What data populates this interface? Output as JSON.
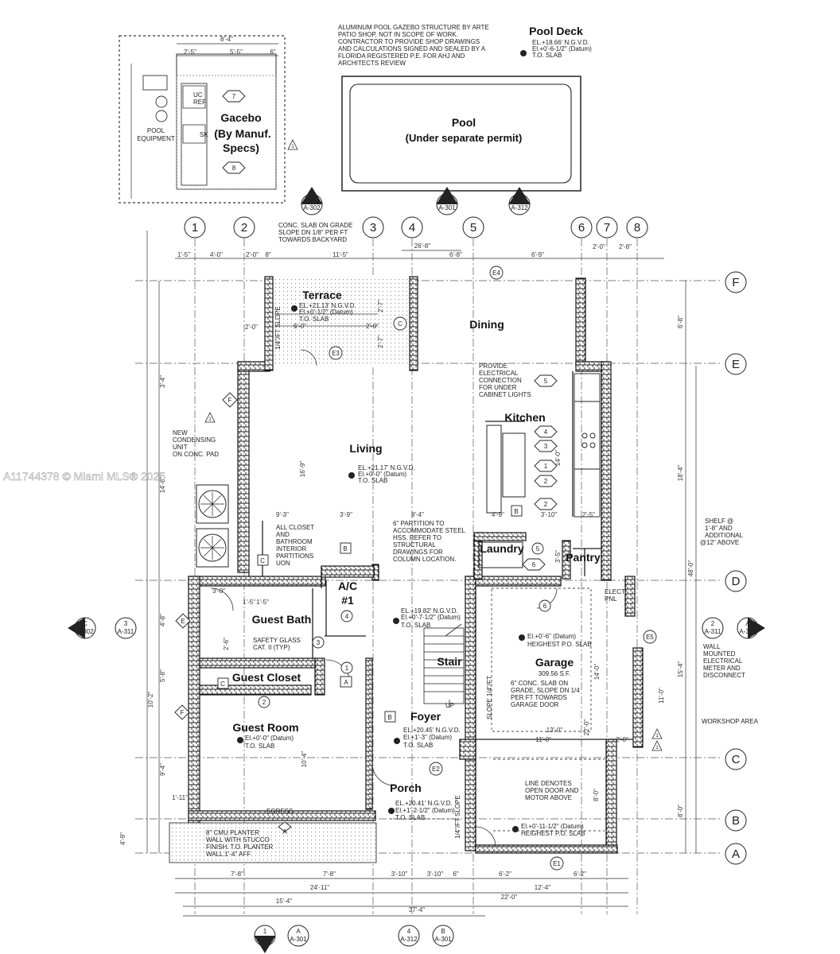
{
  "watermark": "A11744378 © Miami MLS® 2025",
  "rooms": {
    "pool_deck": "Pool Deck",
    "pool": "Pool",
    "pool_sub": "(Under separate permit)",
    "gazebo_1": "Gacebo",
    "gazebo_2": "(By Manuf.",
    "gazebo_3": "Specs)",
    "pool_equipment_1": "POOL",
    "pool_equipment_2": "EQUIPMENT",
    "terrace": "Terrace",
    "dining": "Dining",
    "kitchen": "Kitchen",
    "living": "Living",
    "laundry": "Laundry",
    "pantry": "Pantry",
    "ac_1": "A/C",
    "ac_2": "#1",
    "guest_bath": "Guest Bath",
    "guest_closet": "Guest Closet",
    "stair": "Stair",
    "garage": "Garage",
    "garage_area": "309.56 S.F.",
    "guest_room": "Guest Room",
    "foyer": "Foyer",
    "porch": "Porch"
  },
  "notes": {
    "gazebo_note": [
      "ALUMINUM POOL GAZEBO STRUCTURE BY ARTE",
      "PATIO SHOP, NOT IN SCOPE OF WORK.",
      "CONTRACTOR TO PROVIDE SHOP DRAWINGS",
      "AND CALCULATIONS SIGNED AND SEALED BY A",
      "FLORIDA REGISTERED P.E. FOR AHJ AND",
      "ARCHITECTS REVIEW"
    ],
    "slab_note": [
      "CONC. SLAB ON GRADE",
      "SLOPE DN 1/8\" PER FT",
      "TOWARDS BACKYARD"
    ],
    "electrical_note": [
      "PROVIDE",
      "ELECTRICAL",
      "CONNECTION",
      "FOR UNDER",
      "CABINET LIGHTS"
    ],
    "condensing_note": [
      "NEW",
      "CONDENSING",
      "UNIT",
      "ON CONC. PAD"
    ],
    "closet_note": [
      "ALL CLOSET",
      "AND",
      "BATHROOM",
      "INTERIOR",
      "PARTITIONS",
      "UON"
    ],
    "partition_note": [
      "6\" PARTITION TO",
      "ACCOMMODATE STEEL",
      "HSS. REFER TO",
      "STRUCTURAL",
      "DRAWINGS FOR",
      "COLUMN LOCATION."
    ],
    "glass_note": [
      "SAFETY GLASS",
      "CAT. II (TYP)"
    ],
    "garage_slab_note": [
      "6\" CONC. SLAB ON",
      "GRADE, SLOPE DN 1/4",
      "PER FT TOWARDS",
      "GARAGE DOOR"
    ],
    "garage_door_note": [
      "LINE DENOTES",
      "OPEN DOOR AND",
      "MOTOR ABOVE"
    ],
    "planter_note": [
      "8\" CMU PLANTER",
      "WALL WITH STUCCO",
      "FINISH. T.O. PLANTER",
      "WALL 1'-4\" AFF"
    ],
    "wall_meter_note": [
      "WALL",
      "MOUNTED",
      "ELECTRICAL",
      "METER AND",
      "DISCONNECT"
    ],
    "shelf_note": [
      "SHELF @",
      "1'-8\" AND",
      "ADDITIONAL",
      "@12\" ABOVE"
    ],
    "egress": "EGRESS",
    "workshop": "WORKSHOP AREA",
    "elect_pnl_1": "ELECT.",
    "elect_pnl_2": "PNL",
    "slope_terrace": "1/4\"/FT SLOPE",
    "slope_garage": "SLOPE 1/4\"/FT",
    "slope_porch": "1/4\"/FT SLOPE",
    "up": "UP"
  },
  "elevations": {
    "pool_deck": [
      "EL.+18.66' N.G.V.D.",
      "El.+0'-6-1/2\" (Datum)",
      "T.O. SLAB"
    ],
    "terrace": [
      "EL.+21.13' N.G.V.D.",
      "El.+0'-1/2\" (Datum)",
      "T.O. SLAB"
    ],
    "living": [
      "EL.+21.17' N.G.V.D.",
      "El.+0'-0\" (Datum)",
      "T.O. SLAB"
    ],
    "stair": [
      "EL.+19.82' N.G.V.D.",
      "El.+0'-7-1/2\" (Datum)",
      "T.O. SLAB"
    ],
    "garage": [
      "El.+0'-6\" (Datum)",
      "HEIGHEST P.O. SLAB"
    ],
    "guest_room": [
      "El.+0'-0\" (Datum)",
      "T.O. SLAB"
    ],
    "foyer": [
      "EL.+20.45' N.G.V.D.",
      "El.+1'-3\" (Datum)",
      "T.O. SLAB"
    ],
    "porch": [
      "EL.+20.41' N.G.V.D.",
      "El.+1'-2-1/2\" (Datum)",
      "T.O. SLAB"
    ],
    "garage_low": [
      "El.+0'-11-1/2\" (Datum)",
      "HEIGHEST P.O. SLAB"
    ]
  },
  "grid": {
    "columns": [
      "1",
      "2",
      "3",
      "4",
      "5",
      "6",
      "7",
      "8"
    ],
    "rows": [
      "F",
      "E",
      "D",
      "C",
      "B",
      "A"
    ]
  },
  "dimensions": {
    "top_1": [
      "1'-5\"",
      "4'-0\"",
      "2'-0\"",
      "8\"",
      "11'-5\"",
      "6'-8\"",
      "6'-9\"",
      "2'-0\"",
      "2'-8\""
    ],
    "top_overall": "26'-8\"",
    "gazebo_top": "8'-4\"",
    "gazebo_sub": [
      "2'-5\"",
      "5'-5\"",
      "6\""
    ],
    "bottom_1": [
      "7'-8\"",
      "7'-8\"",
      "3'-10\"",
      "3'-10\"",
      "6\"",
      "6'-2\"",
      "6'-2\""
    ],
    "bottom_2": [
      "24'-11\"",
      "12'-4\""
    ],
    "bottom_3": [
      "15'-4\"",
      "22'-0\""
    ],
    "bottom_overall": "37'-4\"",
    "right_side": [
      "6'-8\"",
      "18'-4\"",
      "48'-0\"",
      "15'-4\"",
      "8'-0\""
    ],
    "left_side": [
      "3'-4\"",
      "14'-8\"",
      "4'-8\"",
      "5'-8\"",
      "10'-2\"",
      "9'-4\"",
      "4'-9\""
    ],
    "interior": [
      "9'-3\"",
      "3'-9\"",
      "8'-4\"",
      "4'-9\"",
      "3'-10\"",
      "2'-5\"",
      "3'-0\"",
      "2'-0\"",
      "13'-0\"",
      "11'-0\"",
      "2'-0\"",
      "14'-0\"",
      "16'-9\"",
      "22'-0\"",
      "11'-0\"",
      "10'-4\"",
      "8'-0\"",
      "6'-0\"",
      "2'-0\"",
      "2'-7\"",
      "2'-7\"",
      "1'-5\"",
      "1'-5\"",
      "14'-0\"",
      "3'-5\"",
      "2'-6\"",
      "1'-11\""
    ]
  },
  "tags": {
    "gazebo_tags": [
      "7",
      "8"
    ],
    "kitchen_tags": [
      "5",
      "4",
      "3",
      "1",
      "2",
      "2"
    ],
    "laundry_tags": [
      "5",
      "6"
    ],
    "misc_tags": [
      "6",
      "4",
      "3",
      "1",
      "2"
    ],
    "door_tags": [
      "A",
      "B",
      "B",
      "B",
      "C",
      "C",
      "A"
    ],
    "window_tags": [
      "F",
      "F",
      "E",
      "E1",
      "E2",
      "E3",
      "E4",
      "E5",
      "C"
    ],
    "rev_tags": [
      "1",
      "1",
      "1",
      "1"
    ],
    "gazebo_items": [
      "UC",
      "REF",
      "SK"
    ]
  },
  "section_marks": [
    {
      "num": "D",
      "sheet": "A-302"
    },
    {
      "num": "B",
      "sheet": "A-301"
    },
    {
      "num": "5",
      "sheet": "A-312"
    },
    {
      "num": "C",
      "sheet": "A-302"
    },
    {
      "num": "3",
      "sheet": "A-311"
    },
    {
      "num": "2",
      "sheet": "A-311"
    },
    {
      "num": "A",
      "sheet": "A-302"
    },
    {
      "num": "1",
      "sheet": "A-311"
    },
    {
      "num": "A",
      "sheet": "A-301"
    },
    {
      "num": "4",
      "sheet": "A-312"
    },
    {
      "num": "B",
      "sheet": "A-301"
    }
  ]
}
